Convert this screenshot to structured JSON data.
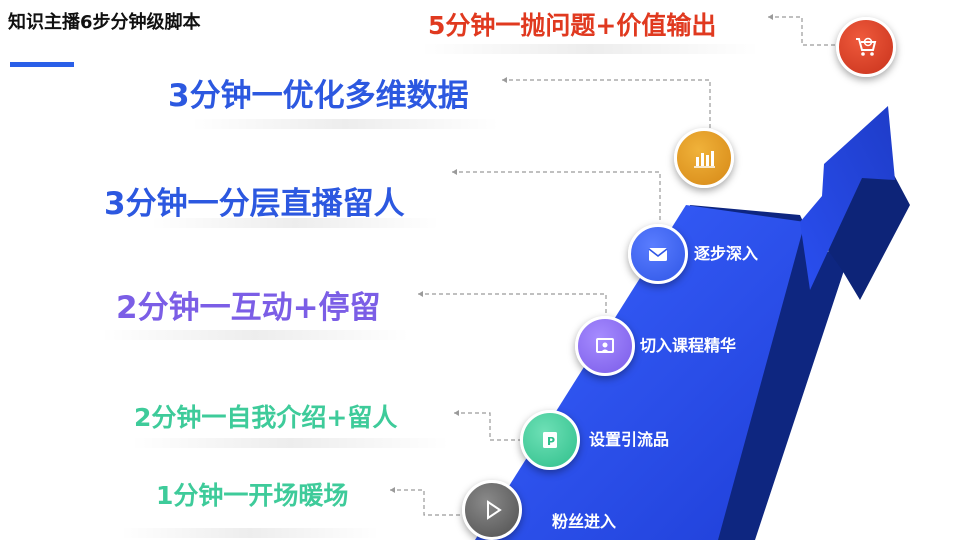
{
  "title": "知识主播6步分钟级脚本",
  "steps": [
    {
      "text": "5分钟一抛问题+价值输出",
      "color": "#e0391f"
    },
    {
      "text": "3分钟一优化多维数据",
      "color": "#2c58e0"
    },
    {
      "text": "3分钟一分层直播留人",
      "color": "#2c58e0"
    },
    {
      "text": "2分钟一互动+停留",
      "color": "#7b5ee6"
    },
    {
      "text": "2分钟一自我介绍+留人",
      "color": "#3ecb9a"
    },
    {
      "text": "1分钟一开场暖场",
      "color": "#3ecb9a"
    }
  ],
  "stair_labels": [
    "逐步深入",
    "切入课程精华",
    "设置引流品",
    "粉丝进入"
  ],
  "icons": [
    "shopping-cart-icon",
    "bar-chart-icon",
    "envelope-icon",
    "presentation-icon",
    "ppt-icon",
    "play-icon"
  ]
}
